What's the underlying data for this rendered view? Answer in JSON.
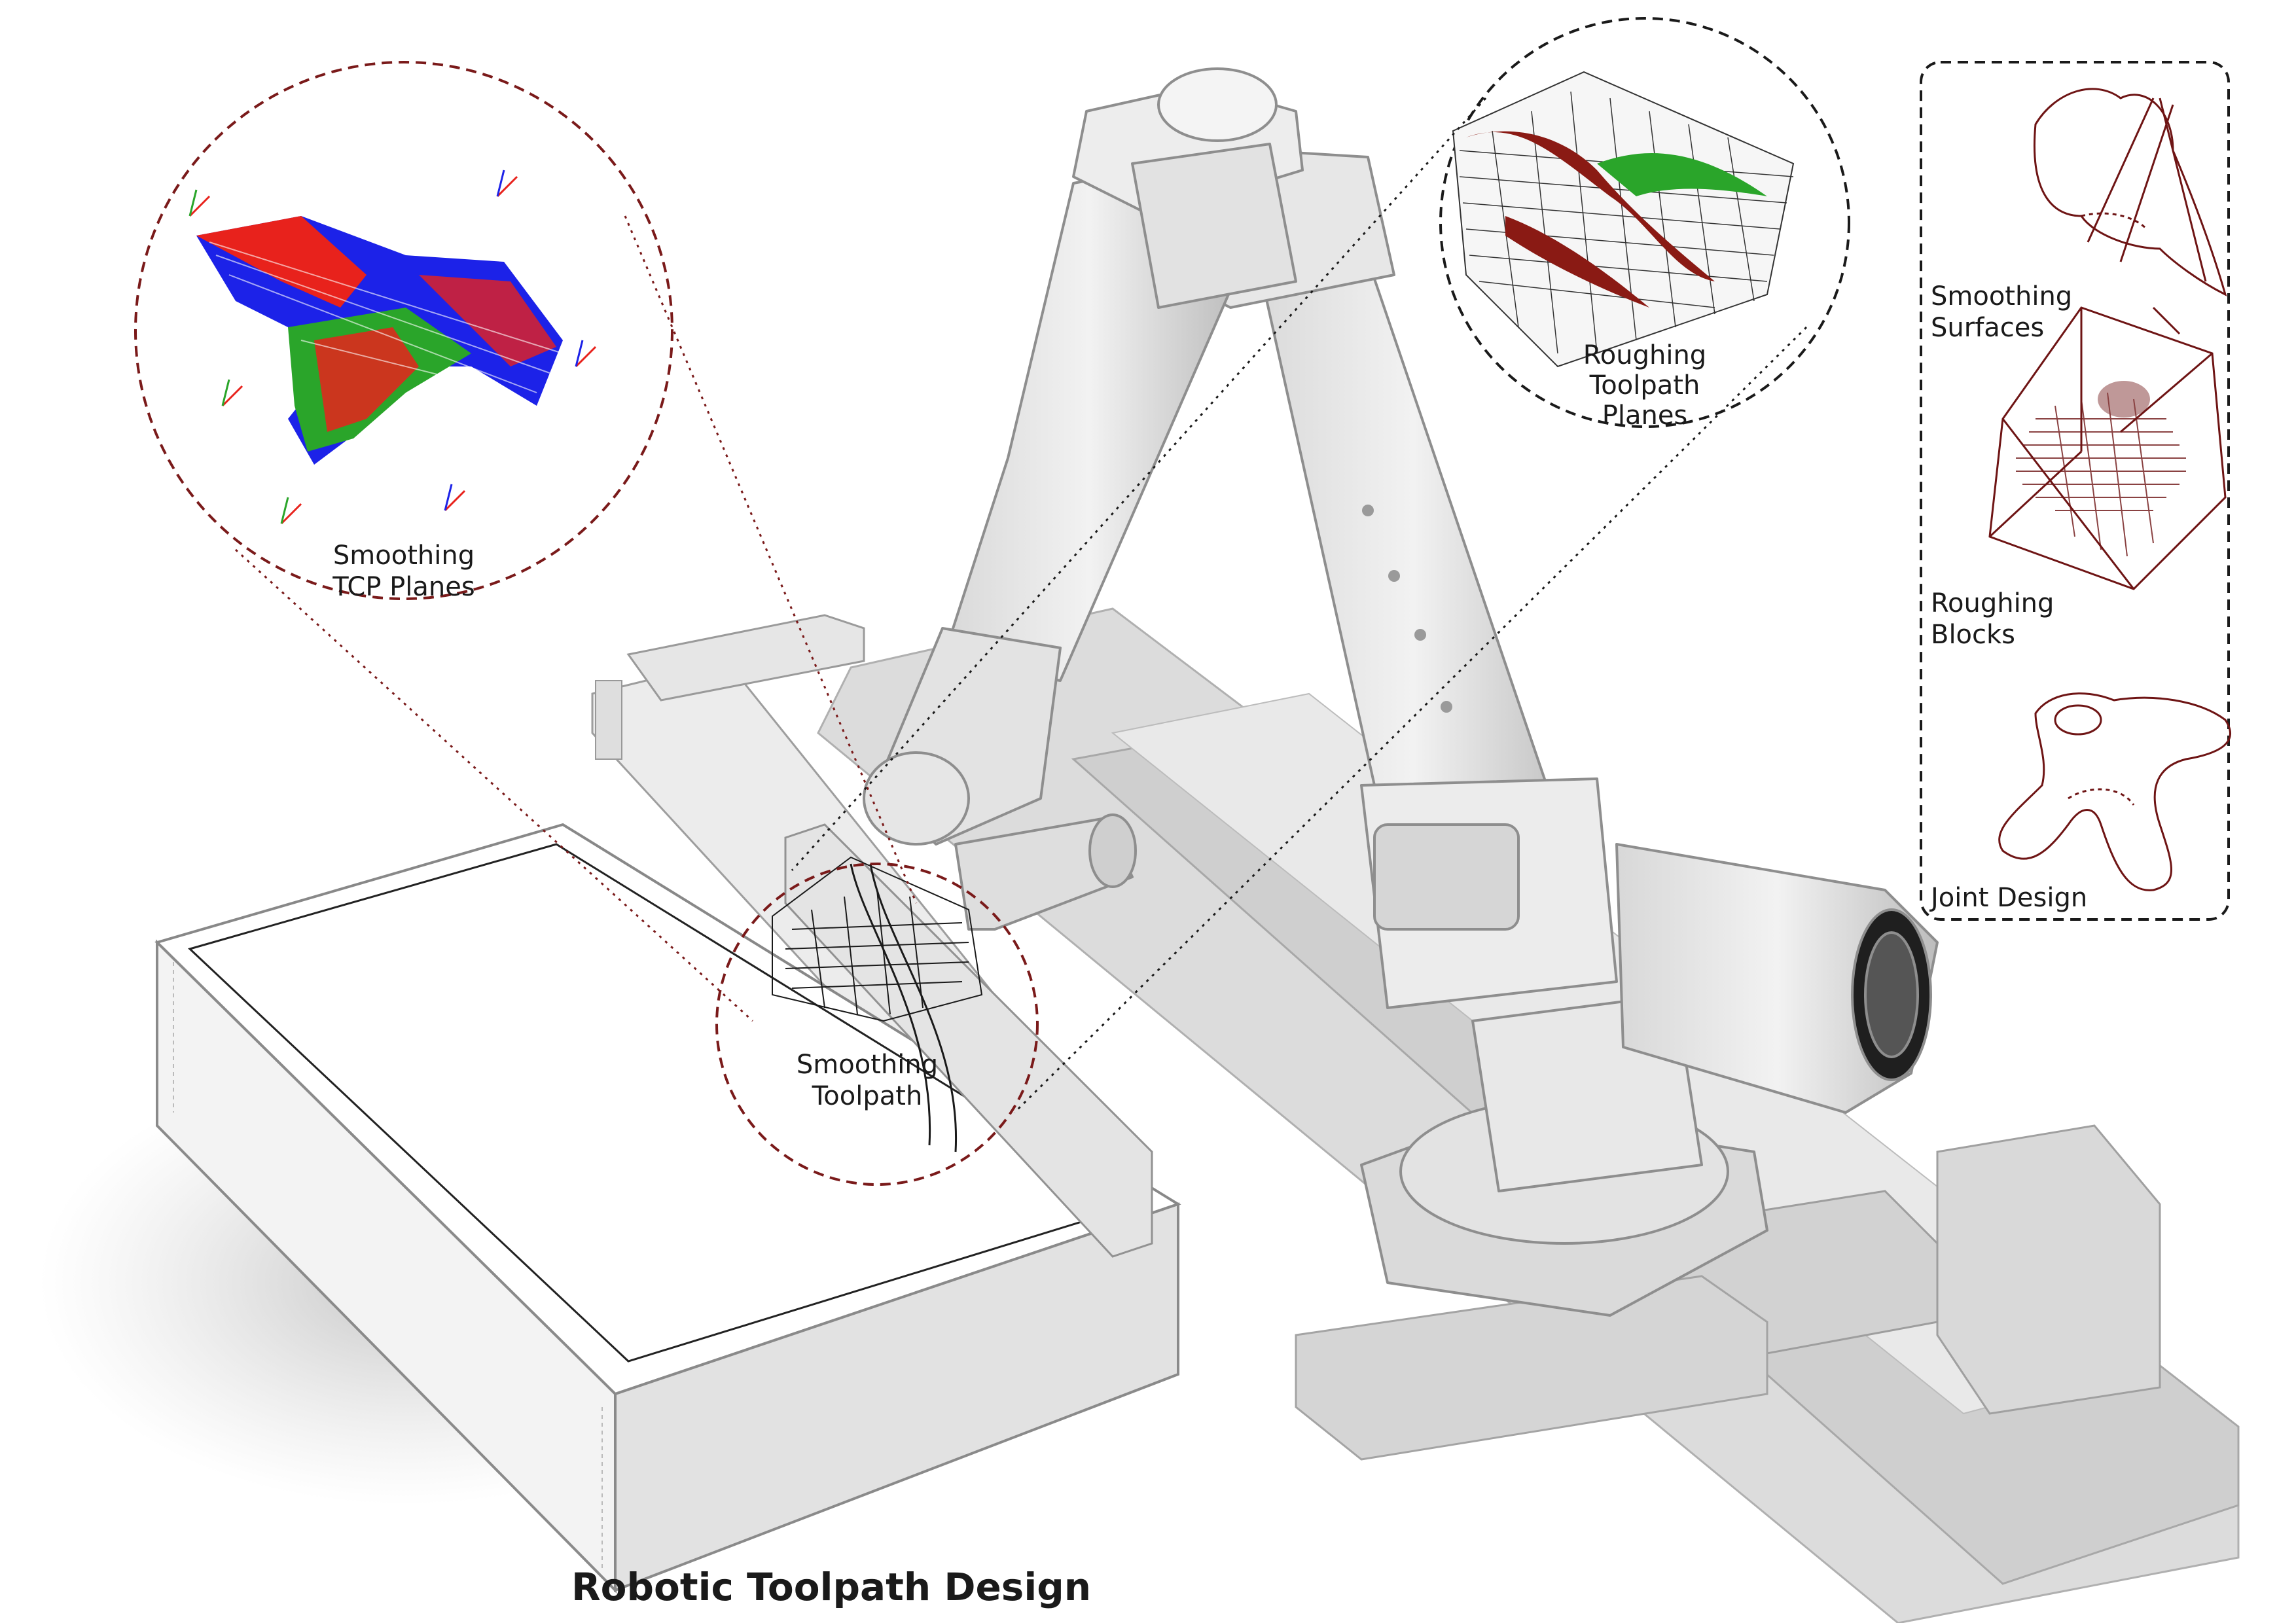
{
  "title": "Robotic Toolpath Design",
  "callouts": {
    "smoothing_tcp": {
      "line1": "Smoothing",
      "line2": "TCP Planes"
    },
    "roughing_planes": {
      "line1": "Roughing",
      "line2": "Toolpath",
      "line3": "Planes"
    },
    "smoothing_toolpath": {
      "line1": "Smoothing",
      "line2": "Toolpath"
    }
  },
  "legend": {
    "items": [
      {
        "line1": "Smoothing",
        "line2": "Surfaces"
      },
      {
        "line1": "Roughing",
        "line2": "Blocks"
      },
      {
        "line1": "Joint Design",
        "line2": ""
      }
    ]
  },
  "colors": {
    "callout_red": "#7a1a1a",
    "callout_black": "#1a1a1a",
    "robot_fill": "#e6e6e6",
    "robot_shade": "#c9c9c9",
    "toolpath_red": "#e8221c",
    "toolpath_green": "#2aa52a",
    "toolpath_blue": "#1c22e8",
    "legend_line": "#6e1414"
  },
  "icons": [
    "robot-arm-illustration",
    "linear-track-illustration",
    "workpiece-box-illustration"
  ]
}
